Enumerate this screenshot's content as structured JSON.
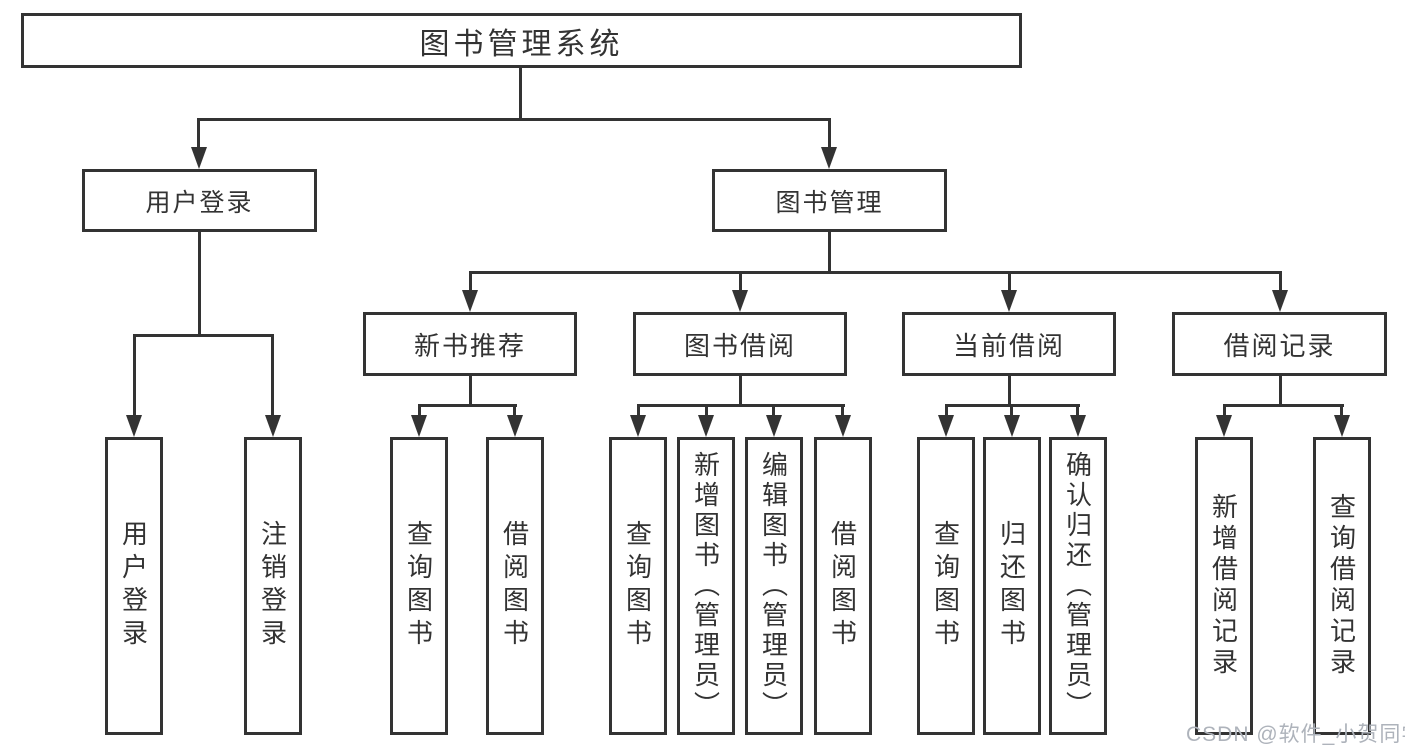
{
  "diagram": {
    "title": "图书管理系统",
    "watermark": "CSDN @软件_小贺同学",
    "colors": {
      "line": "#333333",
      "text": "#333333",
      "background": "#ffffff",
      "watermark": "#aeb3bb"
    },
    "nodes": {
      "root": {
        "label": "图书管理系统"
      },
      "user_login": {
        "label": "用户登录"
      },
      "book_mgmt": {
        "label": "图书管理"
      },
      "new_books": {
        "label": "新书推荐"
      },
      "book_borrow": {
        "label": "图书借阅"
      },
      "current_borrow": {
        "label": "当前借阅"
      },
      "borrow_records": {
        "label": "借阅记录"
      },
      "leaf_user_login": {
        "label": "用户登录"
      },
      "leaf_logout": {
        "label": "注销登录"
      },
      "leaf_nb_query": {
        "label": "查询图书"
      },
      "leaf_nb_borrow": {
        "label": "借阅图书"
      },
      "leaf_bb_query": {
        "label": "查询图书"
      },
      "leaf_bb_add": {
        "label": "新增图书（管理员）"
      },
      "leaf_bb_edit": {
        "label": "编辑图书（管理员）"
      },
      "leaf_bb_borrow": {
        "label": "借阅图书"
      },
      "leaf_cb_query": {
        "label": "查询图书"
      },
      "leaf_cb_return": {
        "label": "归还图书"
      },
      "leaf_cb_confirm": {
        "label": "确认归还（管理员）"
      },
      "leaf_br_add": {
        "label": "新增借阅记录"
      },
      "leaf_br_query": {
        "label": "查询借阅记录"
      }
    },
    "hierarchy": [
      {
        "parent": "图书管理系统",
        "children": [
          "用户登录",
          "图书管理"
        ]
      },
      {
        "parent": "用户登录",
        "children": [
          "用户登录",
          "注销登录"
        ]
      },
      {
        "parent": "图书管理",
        "children": [
          "新书推荐",
          "图书借阅",
          "当前借阅",
          "借阅记录"
        ]
      },
      {
        "parent": "新书推荐",
        "children": [
          "查询图书",
          "借阅图书"
        ]
      },
      {
        "parent": "图书借阅",
        "children": [
          "查询图书",
          "新增图书（管理员）",
          "编辑图书（管理员）",
          "借阅图书"
        ]
      },
      {
        "parent": "当前借阅",
        "children": [
          "查询图书",
          "归还图书",
          "确认归还（管理员）"
        ]
      },
      {
        "parent": "借阅记录",
        "children": [
          "新增借阅记录",
          "查询借阅记录"
        ]
      }
    ]
  }
}
